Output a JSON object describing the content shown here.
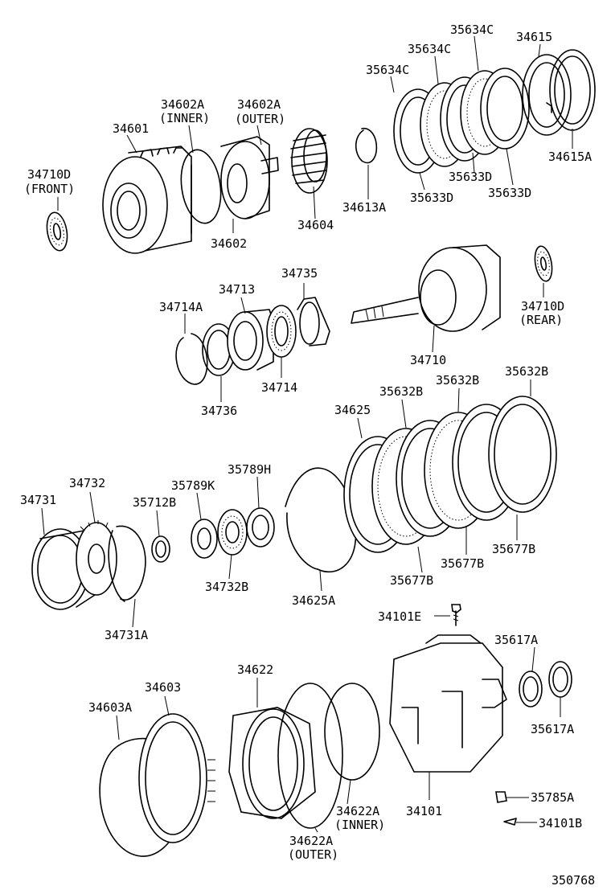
{
  "labels": {
    "l34710D_front": "34710D",
    "l34710D_front_q": "(FRONT)",
    "l34601": "34601",
    "l34602A_inner": "34602A",
    "l34602A_inner_q": "(INNER)",
    "l34602A_outer": "34602A",
    "l34602A_outer_q": "(OUTER)",
    "l34602": "34602",
    "l34604": "34604",
    "l34613A": "34613A",
    "l35634C_1": "35634C",
    "l35634C_2": "35634C",
    "l35634C_3": "35634C",
    "l34615": "34615",
    "l34615A": "34615A",
    "l35633D_1": "35633D",
    "l35633D_2": "35633D",
    "l35633D_3": "35633D",
    "l34735": "34735",
    "l34713": "34713",
    "l34714A": "34714A",
    "l34736": "34736",
    "l34714": "34714",
    "l34710": "34710",
    "l34710D_rear": "34710D",
    "l34710D_rear_q": "(REAR)",
    "l34625": "34625",
    "l35632B_1": "35632B",
    "l35632B_2": "35632B",
    "l35632B_3": "35632B",
    "l35789H": "35789H",
    "l35789K": "35789K",
    "l34732": "34732",
    "l34731": "34731",
    "l35712B": "35712B",
    "l34732B": "34732B",
    "l34625A": "34625A",
    "l35677B_1": "35677B",
    "l35677B_2": "35677B",
    "l35677B_3": "35677B",
    "l34731A": "34731A",
    "l34101E": "34101E",
    "l35617A_1": "35617A",
    "l35617A_2": "35617A",
    "l34622": "34622",
    "l34603": "34603",
    "l34603A": "34603A",
    "l34622A_inner": "34622A",
    "l34622A_inner_q": "(INNER)",
    "l34622A_outer": "34622A",
    "l34622A_outer_q": "(OUTER)",
    "l34101": "34101",
    "l35785A": "35785A",
    "l34101B": "34101B",
    "diagram_number": "350768"
  }
}
